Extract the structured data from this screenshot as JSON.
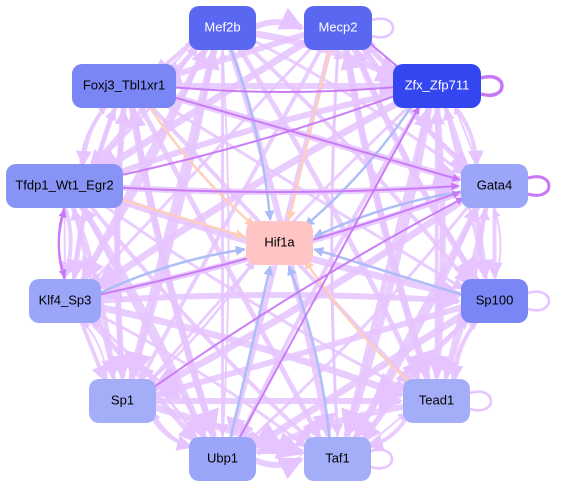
{
  "colors": {
    "edge_light": "#e6c4ff",
    "edge_violet": "#c877f5",
    "edge_blue": "#aabcf5",
    "edge_peach": "#ffcdb8",
    "center_node": "#ffc4c4"
  },
  "nodes": [
    {
      "id": "mef2b",
      "label": "Mef2b",
      "fill": "#5a67f0",
      "text": "#ffffff"
    },
    {
      "id": "mecp2",
      "label": "Mecp2",
      "fill": "#5a67f0",
      "text": "#ffffff"
    },
    {
      "id": "foxj3",
      "label": "Foxj3_Tbl1xr1",
      "fill": "#7a86f5",
      "text": "#000000"
    },
    {
      "id": "zfx",
      "label": "Zfx_Zfp711",
      "fill": "#3446f0",
      "text": "#ffffff"
    },
    {
      "id": "tfdp1",
      "label": "Tfdp1_Wt1_Egr2",
      "fill": "#8793f5",
      "text": "#000000"
    },
    {
      "id": "gata4",
      "label": "Gata4",
      "fill": "#9ba6f8",
      "text": "#000000"
    },
    {
      "id": "hif1a",
      "label": "Hif1a",
      "fill": "#ffc4c4",
      "text": "#000000"
    },
    {
      "id": "klf4",
      "label": "Klf4_Sp3",
      "fill": "#9ba6f8",
      "text": "#000000"
    },
    {
      "id": "sp100",
      "label": "Sp100",
      "fill": "#7a86f5",
      "text": "#000000"
    },
    {
      "id": "sp1",
      "label": "Sp1",
      "fill": "#a4aef8",
      "text": "#000000"
    },
    {
      "id": "tead1",
      "label": "Tead1",
      "fill": "#a4aef8",
      "text": "#000000"
    },
    {
      "id": "ubp1",
      "label": "Ubp1",
      "fill": "#9ba6f8",
      "text": "#000000"
    },
    {
      "id": "taf1",
      "label": "Taf1",
      "fill": "#a4aef8",
      "text": "#000000"
    }
  ]
}
